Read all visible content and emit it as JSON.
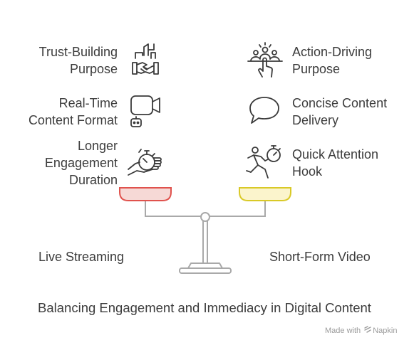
{
  "left": {
    "items": [
      {
        "lines": [
          "Trust-Building",
          "Purpose"
        ],
        "icon": "handshake-buildings-icon"
      },
      {
        "lines": [
          "Real-Time",
          "Content Format"
        ],
        "icon": "video-camera-robot-icon"
      },
      {
        "lines": [
          "Longer",
          "Engagement",
          "Duration"
        ],
        "icon": "hand-stopwatch-icon"
      }
    ],
    "pan_color": "#f6d9d6",
    "pan_stroke": "#e0524d",
    "base_label": "Live Streaming"
  },
  "right": {
    "items": [
      {
        "lines": [
          "Action-Driving",
          "Purpose"
        ],
        "icon": "crowd-pointing-hand-icon"
      },
      {
        "lines": [
          "Concise Content",
          "Delivery"
        ],
        "icon": "speech-bubble-icon"
      },
      {
        "lines": [
          "Quick Attention",
          "Hook"
        ],
        "icon": "runner-stopwatch-icon"
      }
    ],
    "pan_color": "#fbf4cc",
    "pan_stroke": "#d9c927",
    "base_label": "Short-Form Video"
  },
  "title": "Balancing Engagement and Immediacy in Digital Content",
  "watermark": {
    "prefix": "Made with",
    "brand": "Napkin",
    "icon": "napkin-logo-icon"
  }
}
